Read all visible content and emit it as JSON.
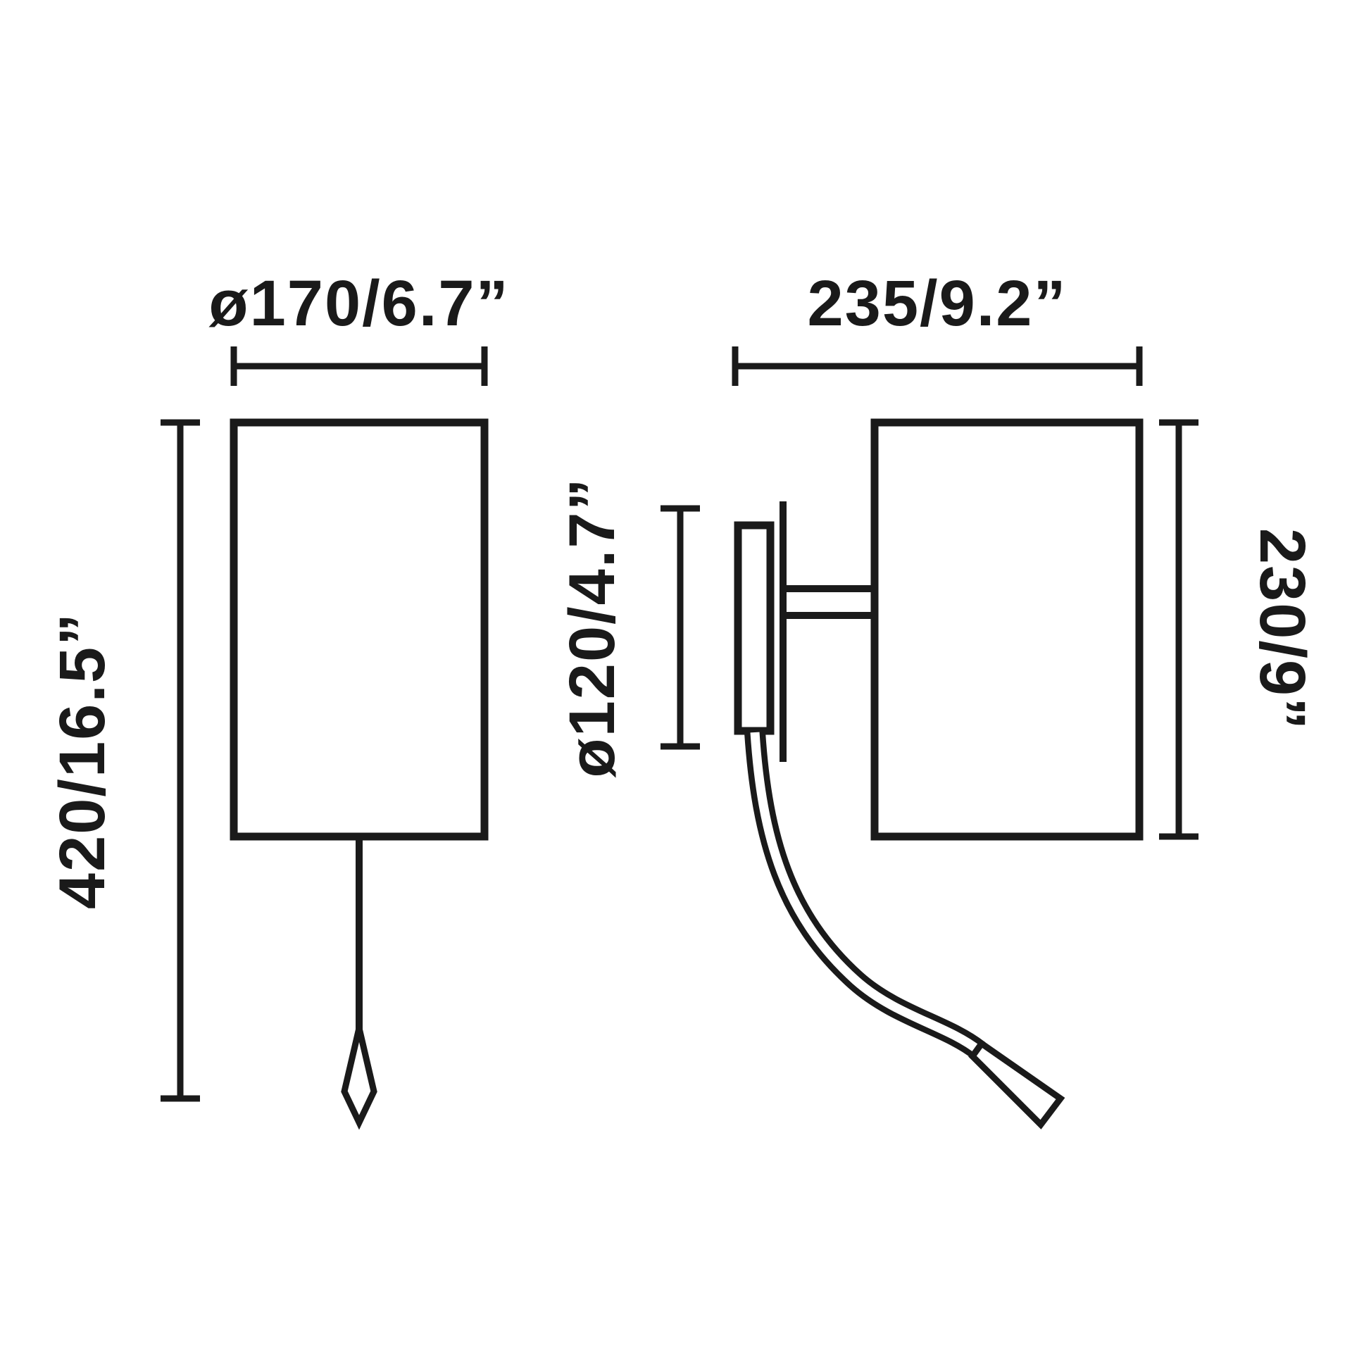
{
  "diagram": {
    "type": "technical-dimension-drawing",
    "subject": "wall lamp with reading arm, front and side orthographic views",
    "front_view": {
      "width_label": "ø170/6.7”",
      "height_label": "420/16.5”"
    },
    "side_view": {
      "depth_label": "235/9.2”",
      "plate_diameter_label": "ø120/4.7”",
      "height_label": "230/9”"
    },
    "colors": {
      "line": "#1a1a1a",
      "background": "#ffffff"
    }
  }
}
